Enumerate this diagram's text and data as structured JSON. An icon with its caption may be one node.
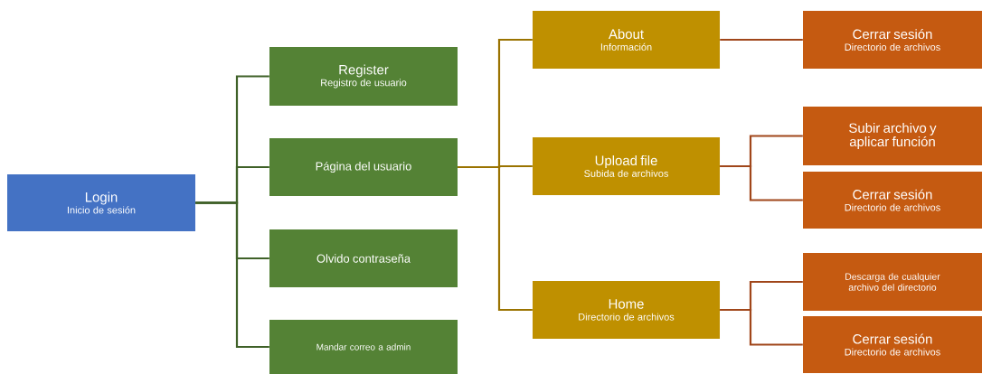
{
  "diagram": {
    "nodes": [
      {
        "text": [
          "Login",
          "Inicio de sesión"
        ]
      },
      {
        "text": [
          "Register",
          "Registro de usuario"
        ]
      },
      {
        "text": [
          "Página del usuario"
        ]
      },
      {
        "text": [
          "Olvido contraseña"
        ]
      },
      {
        "text": [
          "Mandar correo a admin"
        ]
      },
      {
        "text": [
          "About",
          "Información"
        ]
      },
      {
        "text": [
          "Upload file",
          "Subida de archivos"
        ]
      },
      {
        "text": [
          "Home",
          "Directorio de archivos"
        ]
      },
      {
        "text": [
          "Cerrar sesión",
          "Directorio de archivos"
        ]
      },
      {
        "text": [
          "Subir archivo y aplicar función"
        ]
      },
      {
        "text": [
          "Cerrar sesión",
          "Directorio de archivos"
        ]
      },
      {
        "text": [
          "Descarga de cualquier archivo del directorio"
        ]
      },
      {
        "text": [
          "Cerrar sesión",
          "Directorio de archivos"
        ]
      }
    ],
    "edges": [
      {
        "from": 0,
        "to": 1,
        "arrow": "none",
        "color": "#3f6128"
      },
      {
        "from": 0,
        "to": 2,
        "arrow": "none",
        "color": "#3f6128"
      },
      {
        "from": 0,
        "to": 3,
        "arrow": "none",
        "color": "#3f6128"
      },
      {
        "from": 0,
        "to": 4,
        "arrow": "none",
        "color": "#3f6128"
      },
      {
        "from": 2,
        "to": 5,
        "arrow": "none",
        "color": "#9a7300"
      },
      {
        "from": 2,
        "to": 6,
        "arrow": "none",
        "color": "#9a7300"
      },
      {
        "from": 2,
        "to": 7,
        "arrow": "none",
        "color": "#9a7300"
      },
      {
        "from": 5,
        "to": 8,
        "arrow": "none"
      },
      {
        "from": 6,
        "to": 9,
        "arrow": "none"
      },
      {
        "from": 6,
        "to": 10,
        "arrow": "none"
      },
      {
        "from": 7,
        "to": 11,
        "arrow": "none"
      },
      {
        "from": 7,
        "to": 12,
        "arrow": "none"
      }
    ]
  }
}
